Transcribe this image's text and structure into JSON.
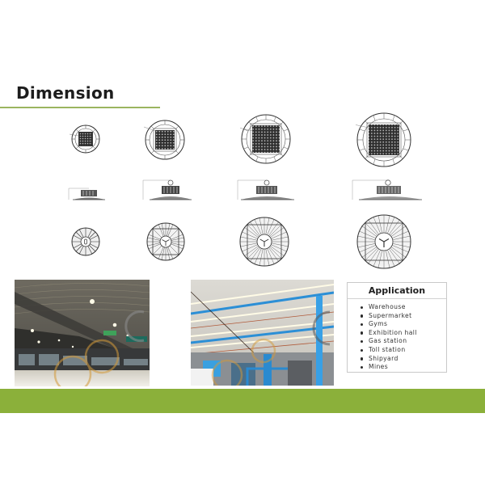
{
  "page": {
    "section_title": "Dimension",
    "colors": {
      "accent_green": "#8bb03a",
      "title_rule": "#9bb560",
      "title_text": "#1d1d1d"
    }
  },
  "drawings": {
    "rows": [
      "top-view",
      "side-view",
      "bottom-view"
    ],
    "models": [
      {
        "size": "small"
      },
      {
        "size": "medium"
      },
      {
        "size": "large"
      },
      {
        "size": "x-large"
      }
    ]
  },
  "photos": [
    {
      "subject": "station-platform-hall"
    },
    {
      "subject": "industrial-workshop"
    }
  ],
  "application": {
    "title": "Application",
    "items": [
      "Warehouse",
      "Supermarket",
      "Gyms",
      "Exhibition hall",
      "Gas station",
      "Toll station",
      "Shipyard",
      "Mines"
    ]
  }
}
